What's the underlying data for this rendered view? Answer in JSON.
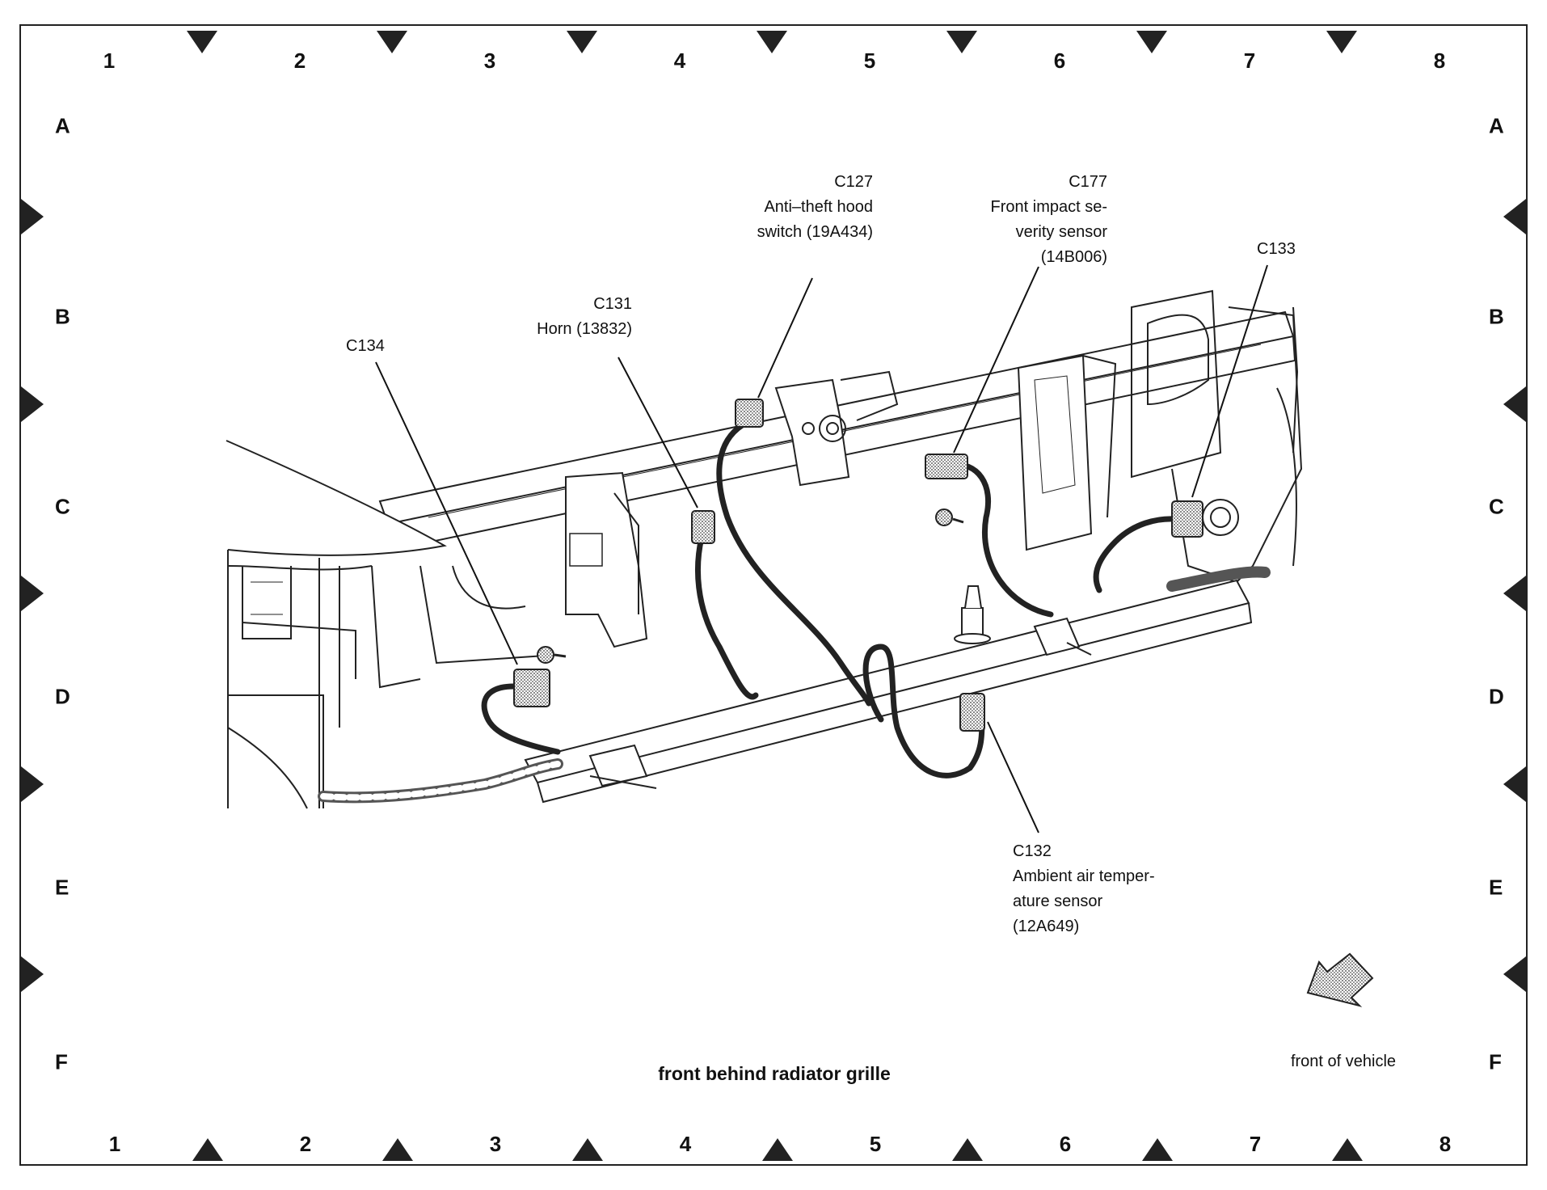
{
  "grid": {
    "columns": [
      "1",
      "2",
      "3",
      "4",
      "5",
      "6",
      "7",
      "8"
    ],
    "rows": [
      "A",
      "B",
      "C",
      "D",
      "E",
      "F"
    ]
  },
  "callouts": {
    "c127": {
      "id": "C127",
      "line1": "Anti–theft hood",
      "line2": "switch (19A434)"
    },
    "c177": {
      "id": "C177",
      "line1": "Front impact se-",
      "line2": "verity sensor",
      "line3": "(14B006)"
    },
    "c133": {
      "id": "C133"
    },
    "c131": {
      "id": "C131",
      "line1": "Horn (13832)"
    },
    "c134": {
      "id": "C134"
    },
    "c132": {
      "id": "C132",
      "line1": "Ambient air temper-",
      "line2": "ature sensor",
      "line3": "(12A649)"
    }
  },
  "caption": "front behind radiator grille",
  "orientation": {
    "label": "front of vehicle",
    "icon": "front-arrow-icon"
  }
}
